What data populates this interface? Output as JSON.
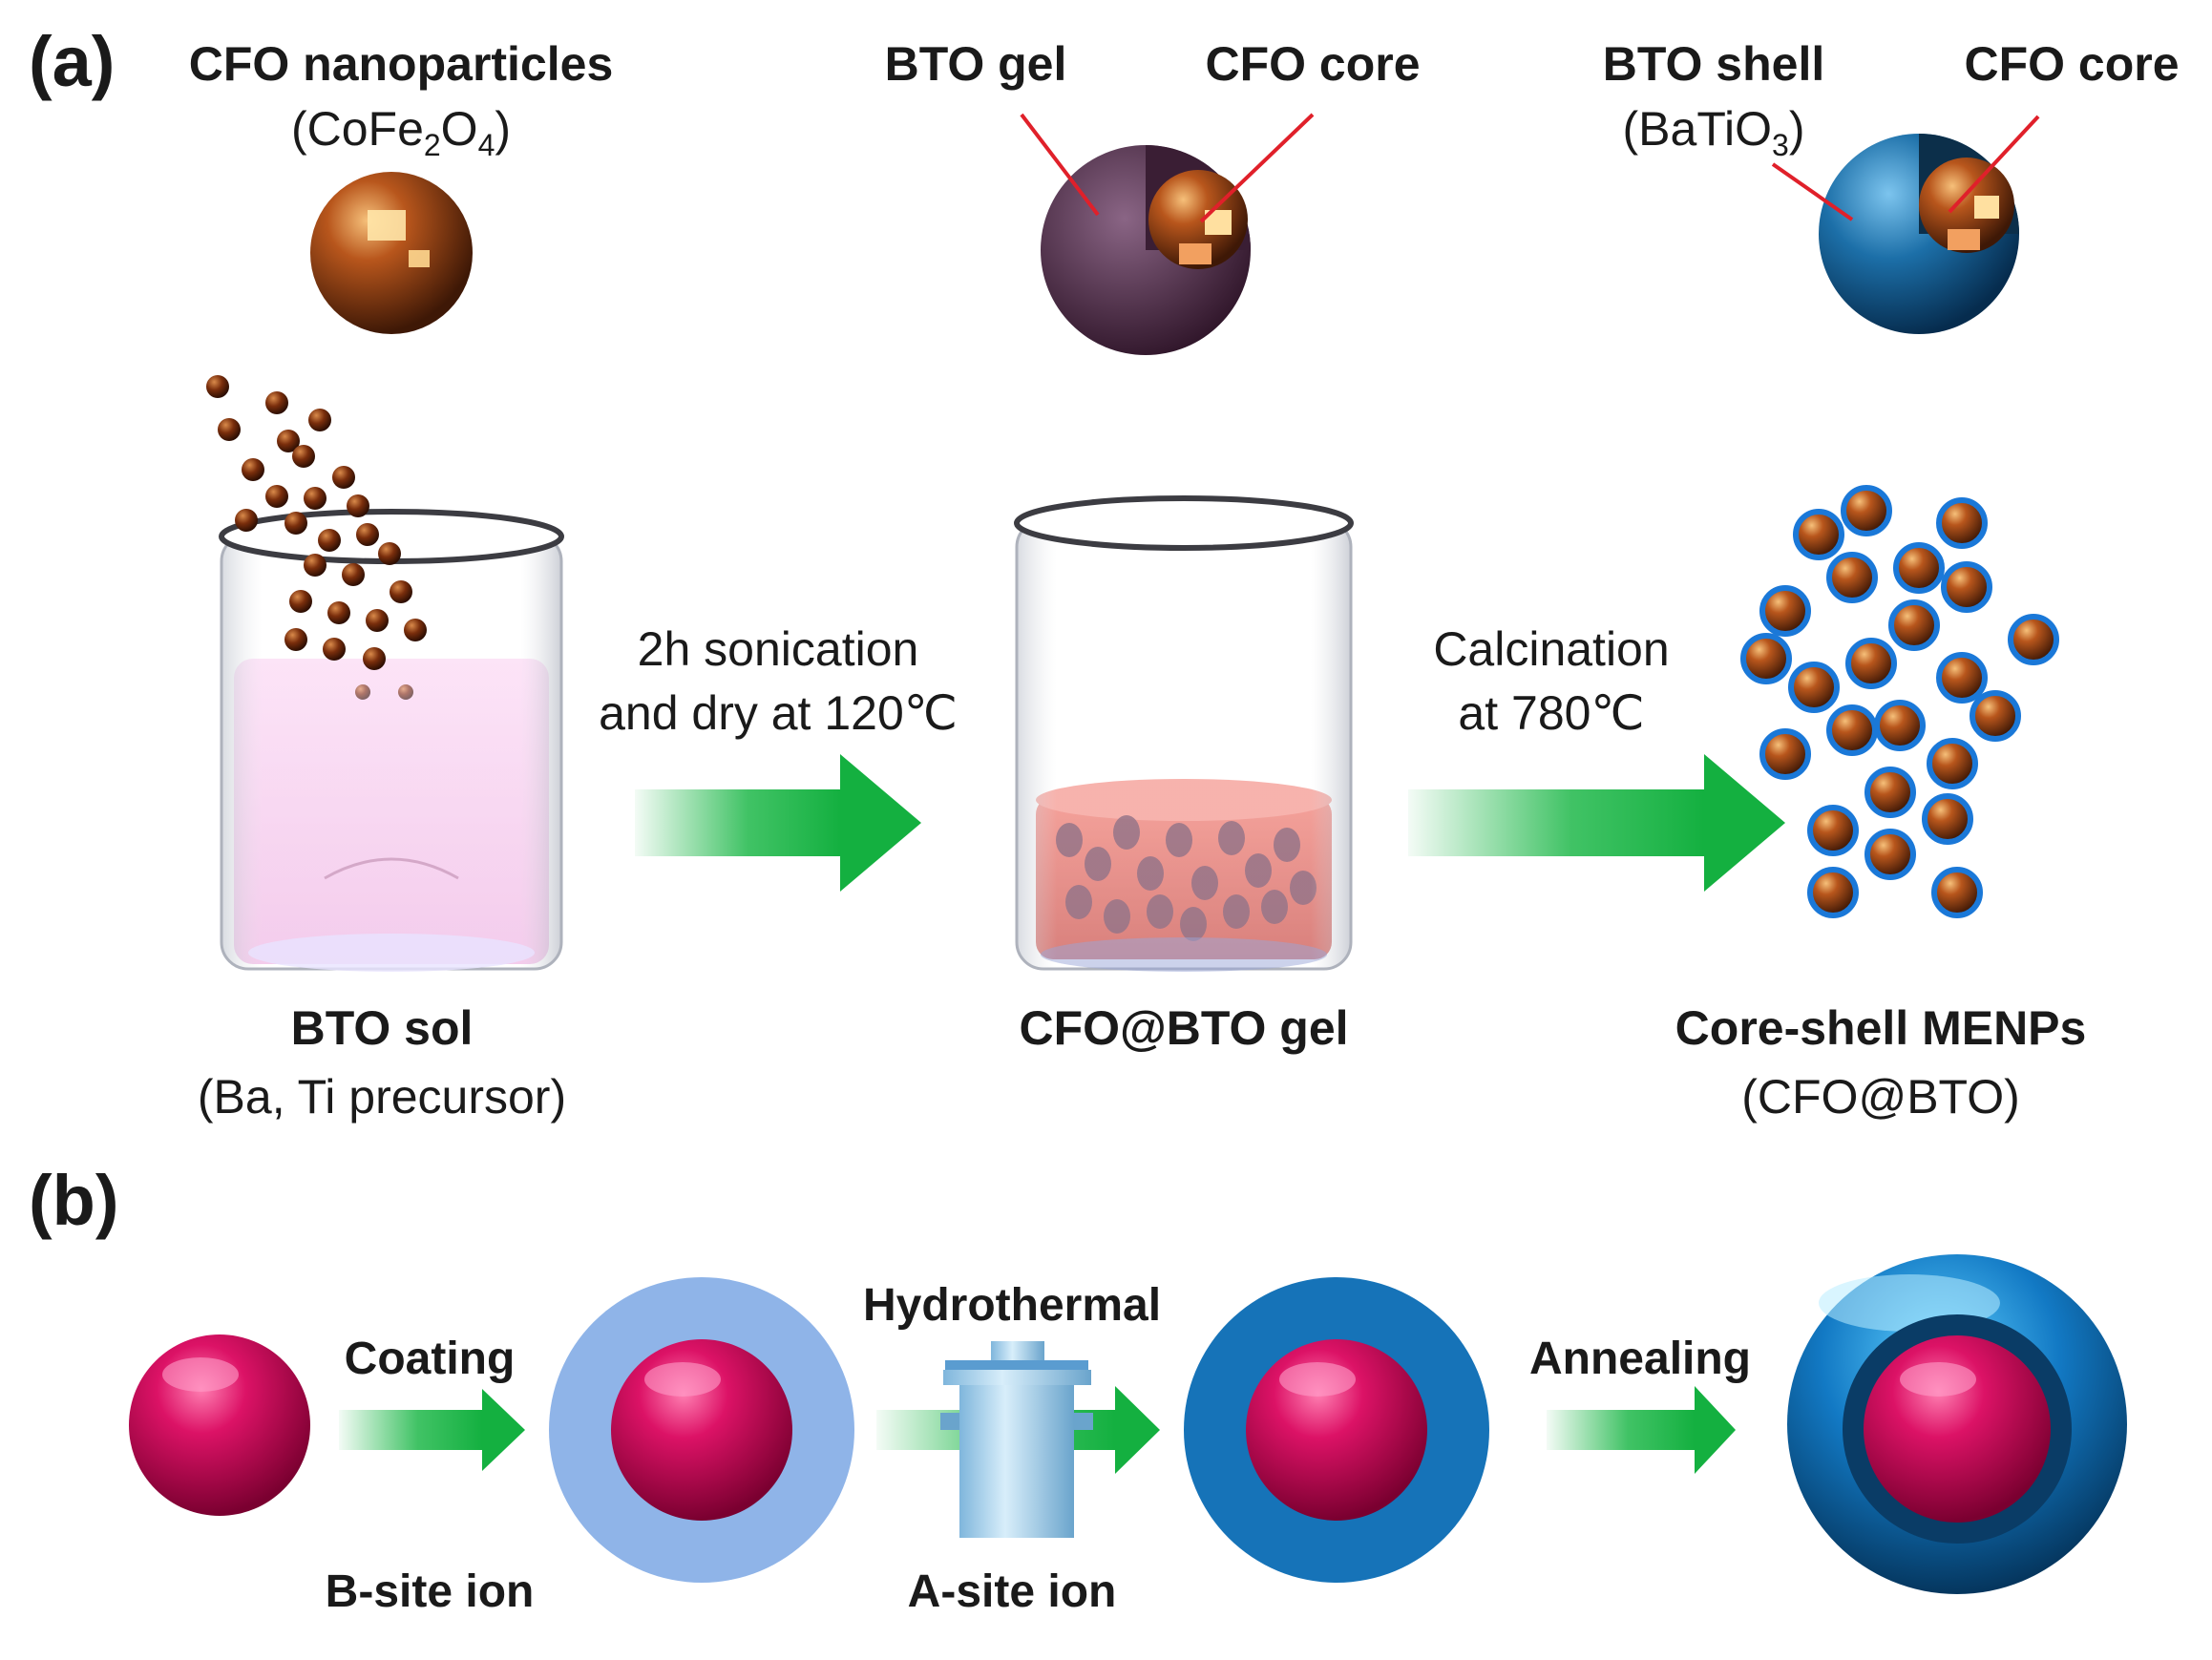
{
  "panel_a": {
    "label": "(a)",
    "cfo_title": "CFO nanoparticles",
    "cfo_formula": {
      "base": "CoFe",
      "s1": "2",
      "mid": "O",
      "s2": "4",
      "open": "(",
      "close": ")"
    },
    "bto_gel_label": "BTO gel",
    "cfo_core_label_1": "CFO core",
    "bto_shell_label": "BTO shell",
    "bto_shell_formula": {
      "base": "BaTiO",
      "s1": "3",
      "open": "(",
      "close": ")"
    },
    "cfo_core_label_2": "CFO core",
    "step1_line1": "2h sonication",
    "step1_line2": "and dry at 120℃",
    "step2_line1": "Calcination",
    "step2_line2": "at 780℃",
    "beaker1_title": "BTO sol",
    "beaker1_sub": "(Ba, Ti precursor)",
    "beaker2_title": "CFO@BTO gel",
    "result_title": "Core-shell MENPs",
    "result_sub": "(CFO@BTO)"
  },
  "panel_b": {
    "label": "(b)",
    "coating_label": "Coating",
    "bsite_label": "B-site ion",
    "hydrothermal_label": "Hydrothermal",
    "asite_label": "A-site ion",
    "annealing_label": "Annealing"
  },
  "colors": {
    "arrow_green": "#1fb84a",
    "pointer_red": "#e0202a",
    "cfo_brown": "#8a3d12",
    "shell_blue": "#1673b8",
    "core_magenta": "#d0105a",
    "gel_purple": "#5a3550",
    "sol_pink": "#f4c8ea",
    "coating_light_blue": "#8fb4e8"
  }
}
